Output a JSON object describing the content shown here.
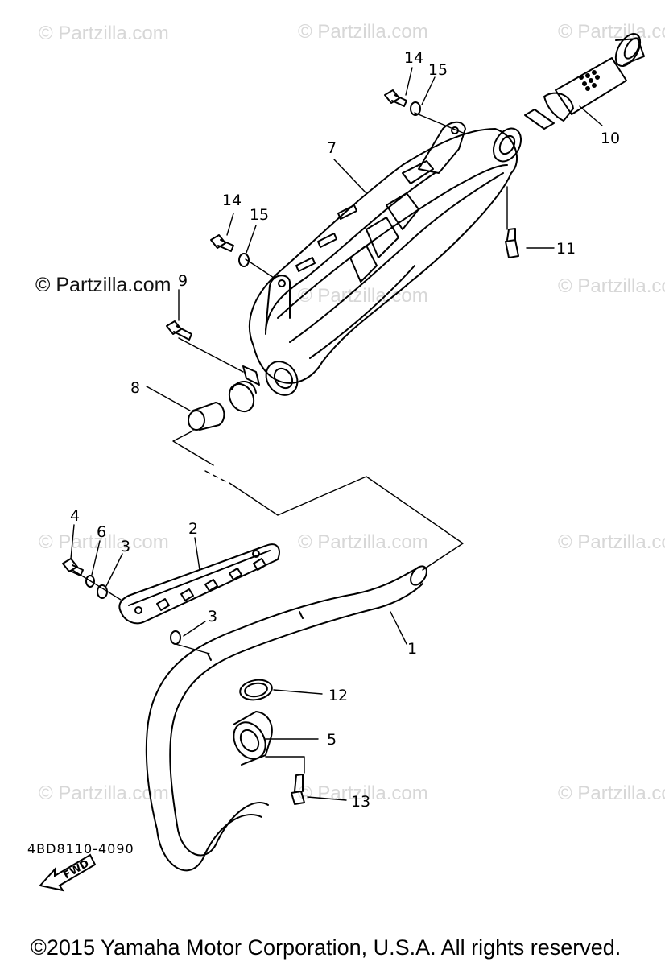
{
  "watermarks": {
    "text": "© Partzilla.com",
    "prominent": "© Partzilla.com"
  },
  "callouts": {
    "p1": "1",
    "p2": "2",
    "p3a": "3",
    "p3b": "3",
    "p4": "4",
    "p5": "5",
    "p6": "6",
    "p7": "7",
    "p8": "8",
    "p9": "9",
    "p10": "10",
    "p11": "11",
    "p12": "12",
    "p13": "13",
    "p14a": "14",
    "p14b": "14",
    "p15a": "15",
    "p15b": "15"
  },
  "fwd_label": "FWD",
  "drawing_code": "4BD8110-4090",
  "copyright": "©2015  Yamaha Motor Corporation, U.S.A. All rights reserved."
}
